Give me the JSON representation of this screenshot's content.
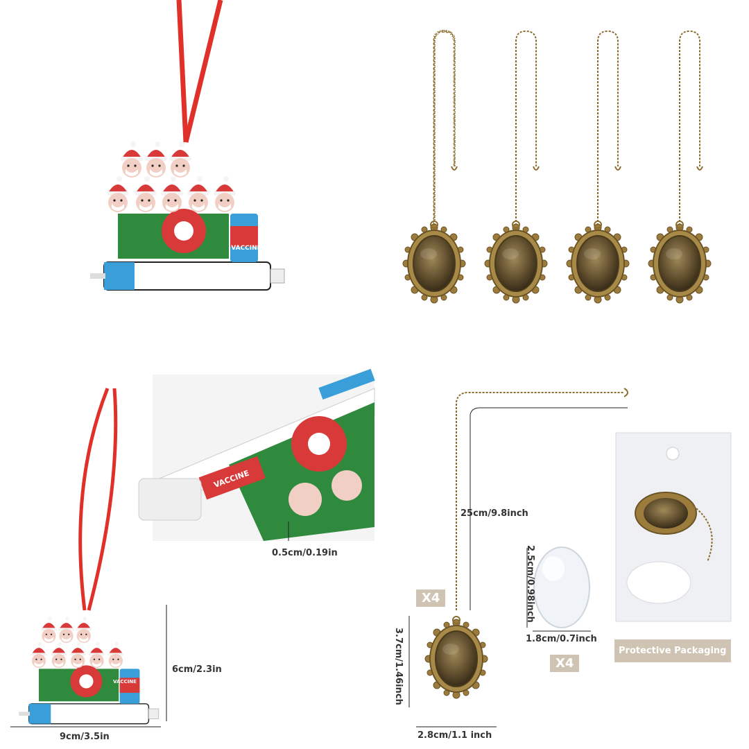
{
  "ornament": {
    "vaccine_text": "VACCINE",
    "dim_thickness": "0.5cm/0.19in",
    "dim_height": "6cm/2.3in",
    "dim_width": "9cm/3.5in"
  },
  "chain": {
    "dim_length": "25cm/9.8inch",
    "dim_pendant_height": "3.7cm/1.46inch",
    "dim_pendant_width": "2.8cm/1.1 inch",
    "qty_pendant": "X4"
  },
  "cabochon": {
    "dim_height": "2.5cm/0.98inch",
    "dim_width": "1.8cm/0.7inch",
    "qty": "X4"
  },
  "packaging": {
    "label": "Protective Packaging"
  },
  "colors": {
    "ribbon": "#e0302a",
    "bronze": "#8a6d2e",
    "green": "#2f8a3e",
    "badge": "#cfc4b3"
  }
}
